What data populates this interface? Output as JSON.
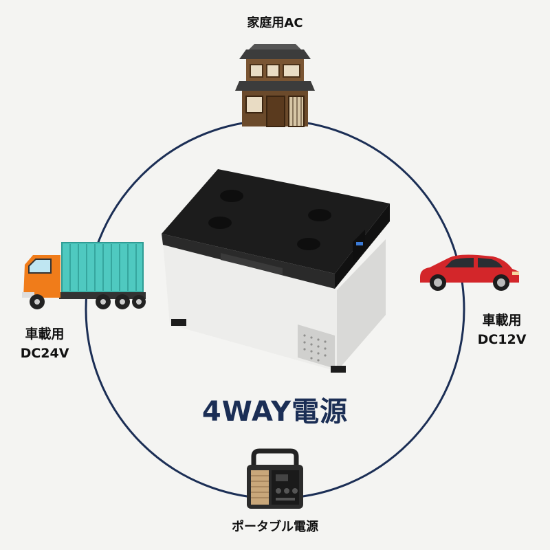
{
  "labels": {
    "home": "家庭用AC",
    "truck_line1": "車載用",
    "truck_line2": "DC24V",
    "car_line1": "車載用",
    "car_line2": "DC12V",
    "battery": "ポータブル電源"
  },
  "headline": "4WAY電源",
  "colors": {
    "ring": "#1b2e55",
    "headline": "#1b2e55",
    "background": "#f4f4f2",
    "lid": "#1c1c1c",
    "body": "#e8e8e6",
    "truck_cab": "#f07c1a",
    "container": "#4fc9c0",
    "car": "#d3262a",
    "house_wood": "#6b4a2b",
    "house_roof": "#3c3c3c"
  },
  "icons": {
    "home": "japanese-house",
    "truck": "container-truck",
    "car": "red-suv",
    "battery": "portable-power-station",
    "center": "portable-fridge"
  }
}
